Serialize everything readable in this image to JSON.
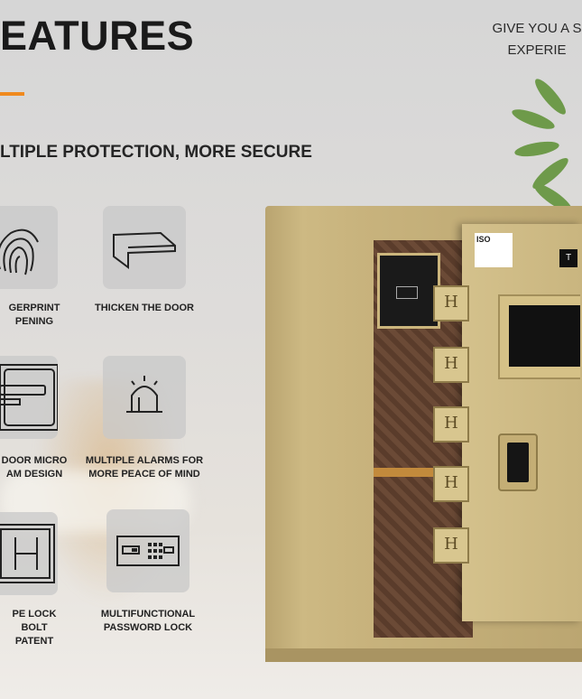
{
  "header": {
    "title": "EATURES",
    "subtitle": "LTIPLE PROTECTION, MORE SECURE",
    "tagline_line1": "GIVE YOU A S",
    "tagline_line2": "EXPERIE",
    "accent_color": "#f08a1e"
  },
  "features": [
    {
      "icon": "fingerprint-icon",
      "line1": "GERPRINT",
      "line2": "PENING"
    },
    {
      "icon": "door-thickness-icon",
      "line1": "THICKEN THE DOOR",
      "line2": ""
    },
    {
      "icon": "door-seam-icon",
      "line1": "DOOR MICRO",
      "line2": "AM DESIGN"
    },
    {
      "icon": "alarm-icon",
      "line1": "MULTIPLE ALARMS FOR",
      "line2": "MORE PEACE OF MIND"
    },
    {
      "icon": "lock-bolt-icon",
      "line1": "PE LOCK BOLT",
      "line2": "PATENT"
    },
    {
      "icon": "password-lock-icon",
      "line1": "MULTIFUNCTIONAL",
      "line2": "PASSWORD LOCK"
    }
  ],
  "safe": {
    "bolt_letter": "H",
    "badge": "ISO",
    "brand": "T",
    "color": "#c9b47f"
  }
}
